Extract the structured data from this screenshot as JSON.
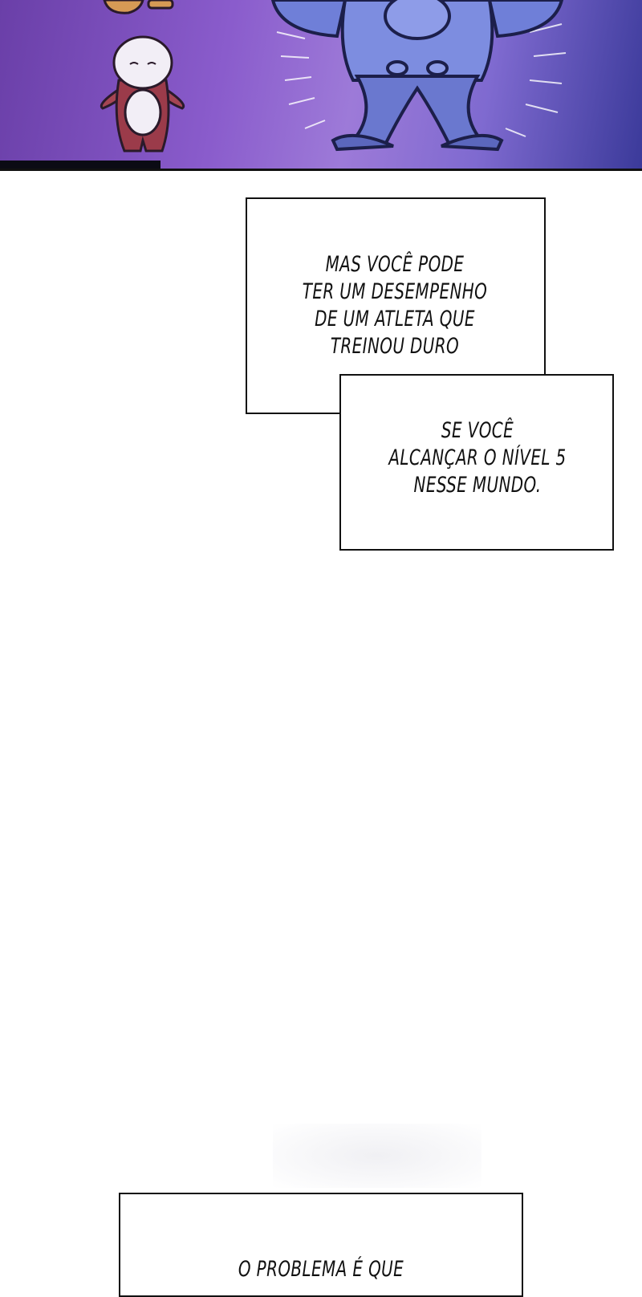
{
  "captions": {
    "box1_lines": "MAS VOCÊ PODE\nTER UM DESEMPENHO\nDE UM ATLETA QUE\nTREINOU DURO",
    "box2_lines": "SE VOCÊ\nALCANÇAR O NÍVEL 5\nNESSE MUNDO.",
    "box3_lines": "O PROBLEMA É QUE"
  },
  "colors": {
    "panel_purple": "#7f55c4",
    "muscle_blue": "#6f7fd8",
    "creature_white": "#f2eef6",
    "creature_red": "#9b3b4a"
  }
}
